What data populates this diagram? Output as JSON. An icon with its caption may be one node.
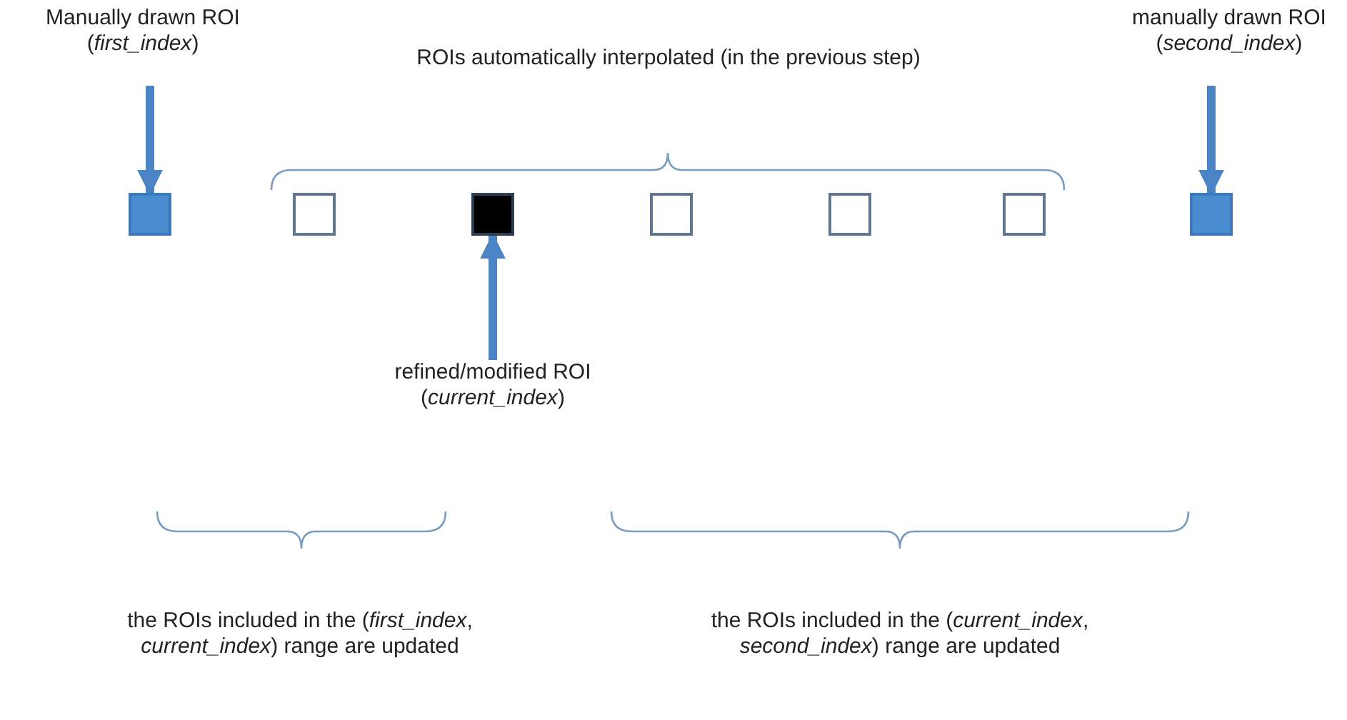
{
  "diagram": {
    "nodes": [
      {
        "text": [
          "Manually drawn ROI (*first_index*)"
        ]
      },
      {
        "text": [],
        "shape": "box"
      },
      {
        "text": [],
        "shape": "box"
      },
      {
        "text": [],
        "shape": "box"
      },
      {
        "text": [],
        "shape": "box"
      },
      {
        "text": [],
        "shape": "box"
      },
      {
        "text": [],
        "shape": "box"
      },
      {
        "text": [],
        "shape": "box"
      },
      {
        "text": [
          "manually drawn ROI (*second_index*)"
        ]
      },
      {
        "text": [
          "refined/modified ROI (*current_index*)"
        ]
      }
    ],
    "edges": [
      {
        "from": 0,
        "to": 1,
        "arrow": "to"
      },
      {
        "from": 8,
        "to": 7,
        "arrow": "to"
      },
      {
        "from": 9,
        "to": 3,
        "arrow": "to"
      }
    ],
    "labels": [
      "ROIs automatically interpolated (in the previous step)",
      "the ROIs included in the (*first_index*, *current_index*) range are updated",
      "the ROIs included in the (*current_index*, *second_index*) range are updated"
    ]
  }
}
